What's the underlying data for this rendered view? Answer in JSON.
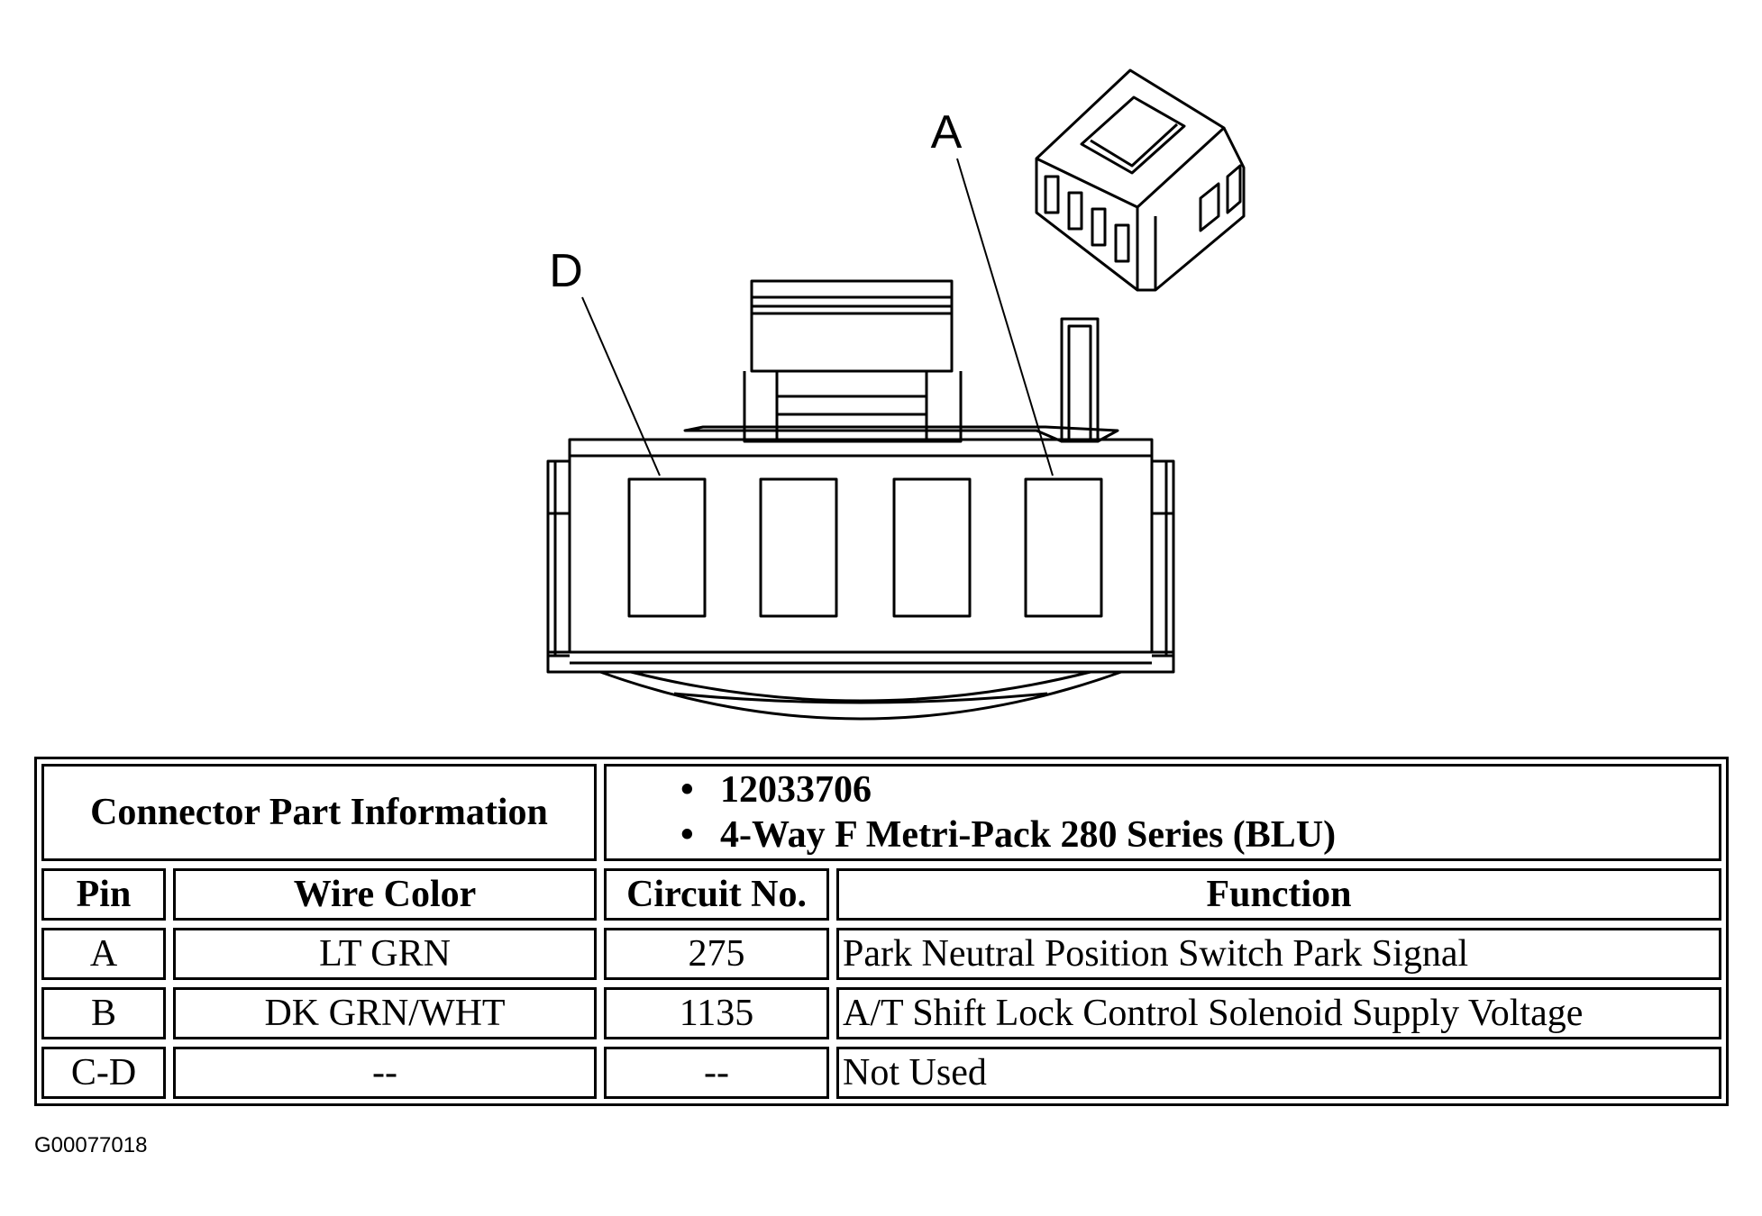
{
  "callouts": {
    "a": "A",
    "d": "D"
  },
  "part_info": {
    "label": "Connector Part Information",
    "items": [
      "12033706",
      "4-Way F Metri-Pack 280 Series (BLU)"
    ]
  },
  "columns": [
    "Pin",
    "Wire Color",
    "Circuit No.",
    "Function"
  ],
  "rows": [
    {
      "pin": "A",
      "wire_color": "LT GRN",
      "circuit": "275",
      "function": "Park Neutral Position Switch Park Signal"
    },
    {
      "pin": "B",
      "wire_color": "DK GRN/WHT",
      "circuit": "1135",
      "function": "A/T Shift Lock Control Solenoid Supply Voltage"
    },
    {
      "pin": "C-D",
      "wire_color": "--",
      "circuit": "--",
      "function": "Not Used"
    }
  ],
  "figure_code": "G00077018"
}
